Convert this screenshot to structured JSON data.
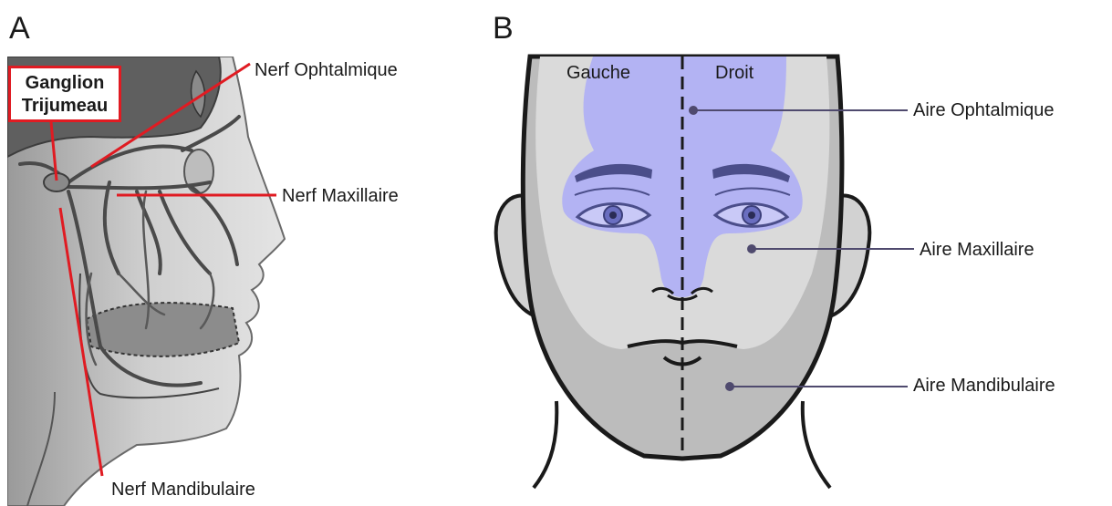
{
  "panels": {
    "a": {
      "letter": "A"
    },
    "b": {
      "letter": "B"
    }
  },
  "panel_a": {
    "ganglion_line1": "Ganglion",
    "ganglion_line2": "Trijumeau",
    "nerf_ophtalmique": "Nerf Ophtalmique",
    "nerf_maxillaire": "Nerf Maxillaire",
    "nerf_mandibulaire": "Nerf Mandibulaire"
  },
  "panel_b": {
    "gauche": "Gauche",
    "droit": "Droit",
    "aire_ophtalmique": "Aire Ophtalmique",
    "aire_maxillaire": "Aire Maxillaire",
    "aire_mandibulaire": "Aire Mandibulaire"
  },
  "colors": {
    "leader_red": "#e01b22",
    "leader_purple": "#4f4a6e",
    "ophthalmic_area": "#b3b3f3",
    "skin_light": "#d8d8d8",
    "skin_dark": "#bdbdbd"
  }
}
